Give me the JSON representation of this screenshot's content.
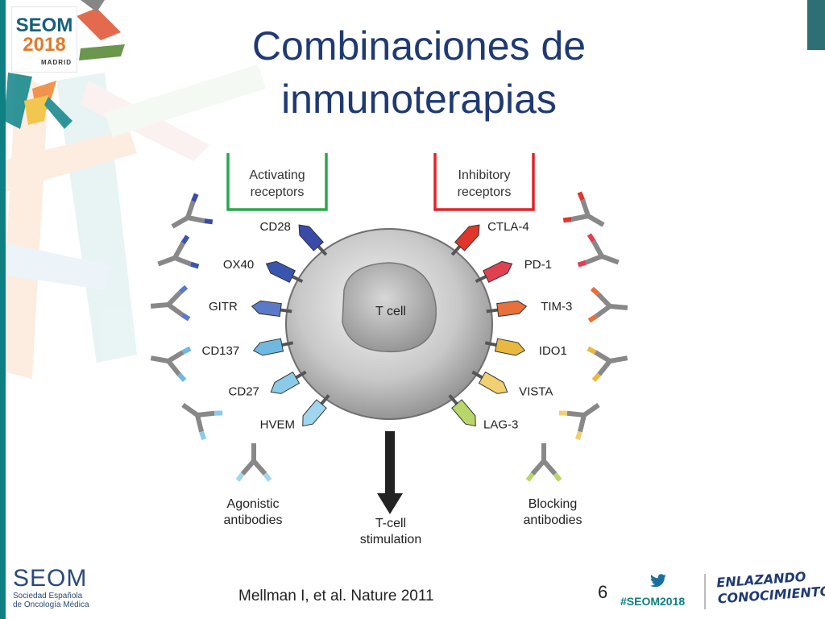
{
  "slide": {
    "title_line1": "Combinaciones de",
    "title_line2": "inmunoterapias",
    "number": "6"
  },
  "logo": {
    "name": "SEOM",
    "year": "2018",
    "city": "MADRID"
  },
  "diagram": {
    "cell_label": "T cell",
    "activating_box": "Activating receptors",
    "inhibitory_box": "Inhibitory receptors",
    "activating_receptors": [
      "CD28",
      "OX40",
      "GITR",
      "CD137",
      "CD27",
      "HVEM"
    ],
    "inhibitory_receptors": [
      "CTLA-4",
      "PD-1",
      "TIM-3",
      "IDO1",
      "VISTA",
      "LAG-3"
    ],
    "agonistic_label_1": "Agonistic",
    "agonistic_label_2": "antibodies",
    "blocking_label_1": "Blocking",
    "blocking_label_2": "antibodies",
    "stimulation_label_1": "T-cell",
    "stimulation_label_2": "stimulation",
    "activating_colors": [
      "#3a4aa8",
      "#3a55b0",
      "#5a7ac8",
      "#6fb9e0",
      "#8ccbe8",
      "#9fd6ee"
    ],
    "inhibitory_colors": [
      "#e0362b",
      "#e04050",
      "#e8703a",
      "#e8b840",
      "#f0d070",
      "#b8d66a"
    ],
    "box_green": "#2aa84a",
    "box_red": "#e0242a"
  },
  "footer": {
    "org_name": "SEOM",
    "org_sub_1": "Sociedad Española",
    "org_sub_2": "de Oncología Médica",
    "citation": "Mellman I, et al. Nature 2011",
    "hashtag": "#SEOM2018",
    "slogan_1": "ENLAZANDO",
    "slogan_2": "CONOCIMIENTO",
    "icons": [
      "twitter-icon"
    ]
  }
}
